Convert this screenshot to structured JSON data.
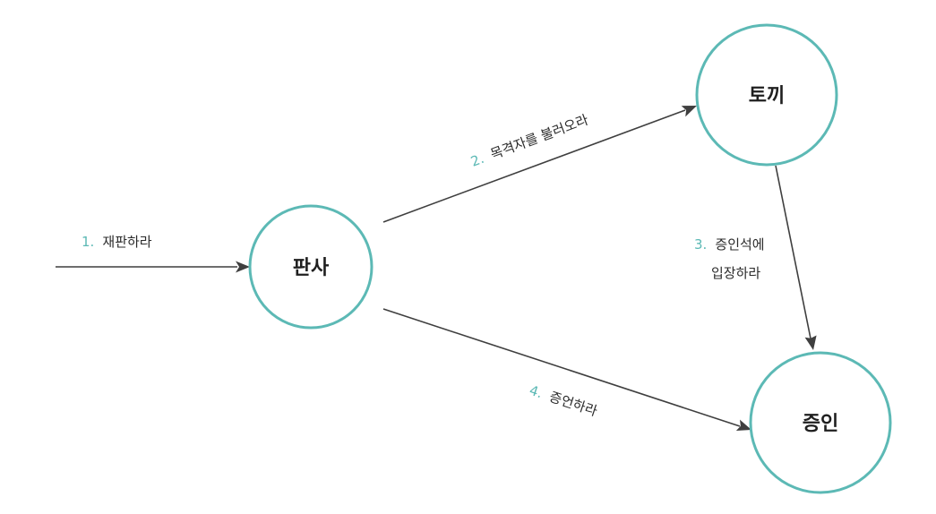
{
  "diagram": {
    "colors": {
      "node_stroke": "#5cb9b5",
      "step_number": "#5cb9b5",
      "arrow": "#3f3f3f",
      "text": "#1f1f1f"
    },
    "nodes": {
      "judge": {
        "label": "판사"
      },
      "rabbit": {
        "label": "토끼"
      },
      "witness": {
        "label": "증인"
      }
    },
    "edges": {
      "step1": {
        "number": "1.",
        "label": "재판하라"
      },
      "step2": {
        "number": "2.",
        "label": "목격자를 불러오라"
      },
      "step3": {
        "number": "3.",
        "label_line1": "증인석에",
        "label_line2": "입장하라"
      },
      "step4": {
        "number": "4.",
        "label": "증언하라"
      }
    }
  }
}
